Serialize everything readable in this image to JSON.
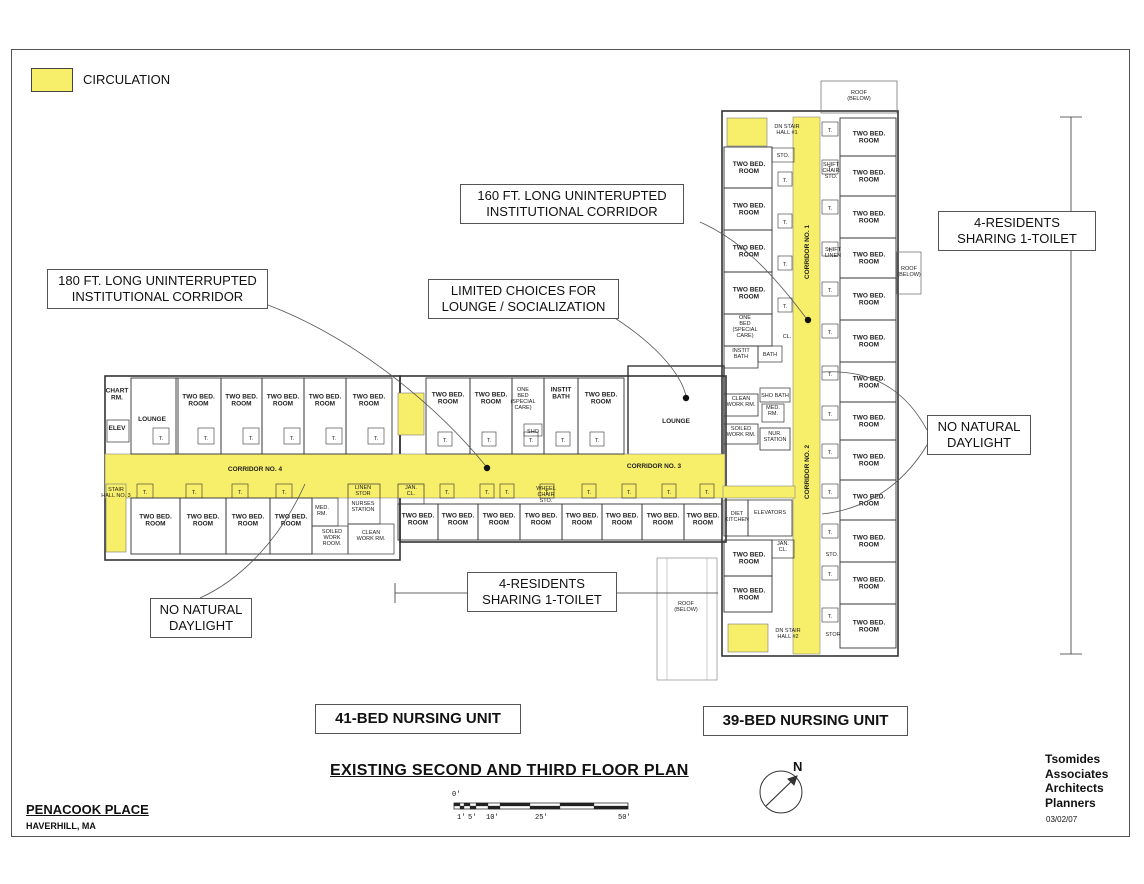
{
  "legend": {
    "label": "CIRCULATION",
    "color": "#f7ef6a"
  },
  "callouts": {
    "corridor_160": "160 FT. LONG UNINTERUPTED\nINSTITUTIONAL CORRIDOR",
    "corridor_180": "180 FT. LONG UNINTERRUPTED\nINSTITUTIONAL CORRIDOR",
    "lounge": "LIMITED CHOICES FOR\nLOUNGE / SOCIALIZATION",
    "residents_right": "4-RESIDENTS\nSHARING 1-TOILET",
    "residents_bottom": "4-RESIDENTS\nSHARING 1-TOILET",
    "daylight_right": "NO NATURAL\nDAYLIGHT",
    "daylight_left": "NO NATURAL\nDAYLIGHT"
  },
  "units": {
    "left": "41-BED NURSING UNIT",
    "right": "39-BED NURSING UNIT"
  },
  "title": "EXISTING SECOND AND THIRD FLOOR PLAN",
  "project": {
    "name": "PENACOOK PLACE",
    "location": "HAVERHILL, MA"
  },
  "firm": {
    "lines": [
      "Tsomides",
      "Associates",
      "Architects",
      "Planners"
    ],
    "date": "03/02/07"
  },
  "north": "N",
  "scale": {
    "zero": "0'",
    "ticks": [
      "1'",
      "5'",
      "10'",
      "25'",
      "50'"
    ]
  },
  "corridors": {
    "c1": "CORRIDOR NO. 1",
    "c2": "CORRIDOR NO. 2",
    "c3": "CORRIDOR NO. 3",
    "c4": "CORRIDOR NO. 4"
  },
  "rooms": {
    "two_bed": "TWO BED.\nROOM",
    "lounge": "LOUNGE",
    "chart": "CHART\nRM.",
    "elev": "ELEV",
    "stair3": "STAIR\nHALL NO. 3",
    "stair1": "DN STAIR\nHALL #1",
    "stair2": "DN STAIR\nHALL #2",
    "one_bed": "ONE\nBED\n(SPECIAL\nCARE)",
    "instit_bath": "INSTIT\nBATH",
    "bath": "BATH",
    "sho": "SHO",
    "sho_bath": "SHO BATH",
    "clean_work": "CLEAN\nWORK RM.",
    "soiled_work": "SOILED\nWORK RM.",
    "med": "MED.\nRM.",
    "nur": "NUR.\nSTATION",
    "diet": "DIET\nKITCHEN",
    "elevators": "ELEVATORS",
    "jan": "JAN.\nCL.",
    "linen_stor": "LINEN\nSTOR",
    "nurses": "NURSES\nSTATION",
    "soiled_work_room": "SOILED\nWORK\nROOM.",
    "clean_work2": "CLEAN\nWORK RM.",
    "wheel_chair": "WHEEL\nCHAIR\nSTO.",
    "sto": "STO.",
    "stor": "STOR",
    "shift_chair": "SHIFT\nCHAIR\nSTO.",
    "shift_linen": "SHIFT\nLINEN",
    "roof_below": "ROOF\n(BELOW)",
    "toilet": "T.",
    "cl": "CL."
  }
}
